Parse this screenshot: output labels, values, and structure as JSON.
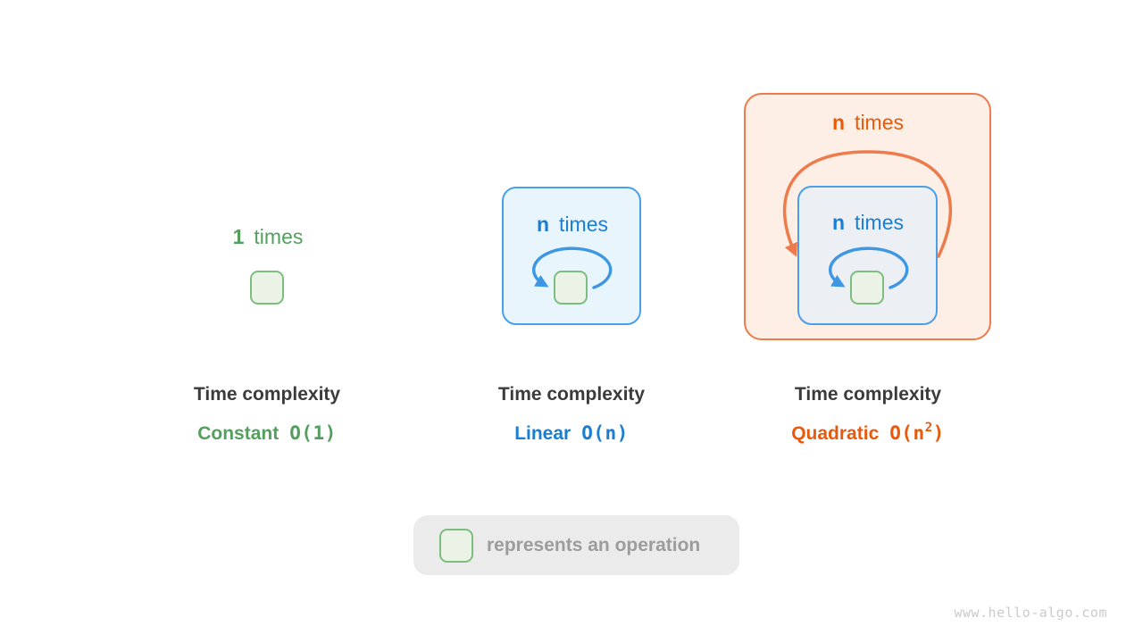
{
  "columns": [
    {
      "name": "constant",
      "loop": {
        "count": "1",
        "word": "times"
      },
      "caption": {
        "title": "Time complexity",
        "label": "Constant",
        "o_pre": "O(1)",
        "o_sup": "",
        "o_post": ""
      }
    },
    {
      "name": "linear",
      "loop": {
        "count": "n",
        "word": "times"
      },
      "caption": {
        "title": "Time complexity",
        "label": "Linear",
        "o_pre": "O(n)",
        "o_sup": "",
        "o_post": ""
      }
    },
    {
      "name": "quadratic",
      "outer_loop": {
        "count": "n",
        "word": "times"
      },
      "inner_loop": {
        "count": "n",
        "word": "times"
      },
      "caption": {
        "title": "Time complexity",
        "label": "Quadratic",
        "o_pre": "O(n",
        "o_sup": "2",
        "o_post": ")"
      }
    }
  ],
  "legend": {
    "text": "represents an operation"
  },
  "watermark": "www.hello-algo.com",
  "colors": {
    "green_text": "#53a05e",
    "green_border": "#7dbd80",
    "green_fill": "#eaf3e6",
    "blue_text": "#1a7ed2",
    "blue_border": "#4aa0e8",
    "blue_loop": "#3e97e2",
    "blue_box_fill": "#e9f5fc",
    "inner_blue_box_fill": "#eceff4",
    "orange_text": "#e8590c",
    "orange_border": "#ee7b4b",
    "orange_box_fill": "#fdeee6",
    "caption_dark": "#3b3b3b",
    "legend_bg": "#ebebeb",
    "legend_text": "#9c9c9c",
    "watermark_text": "#cbcbcb"
  }
}
